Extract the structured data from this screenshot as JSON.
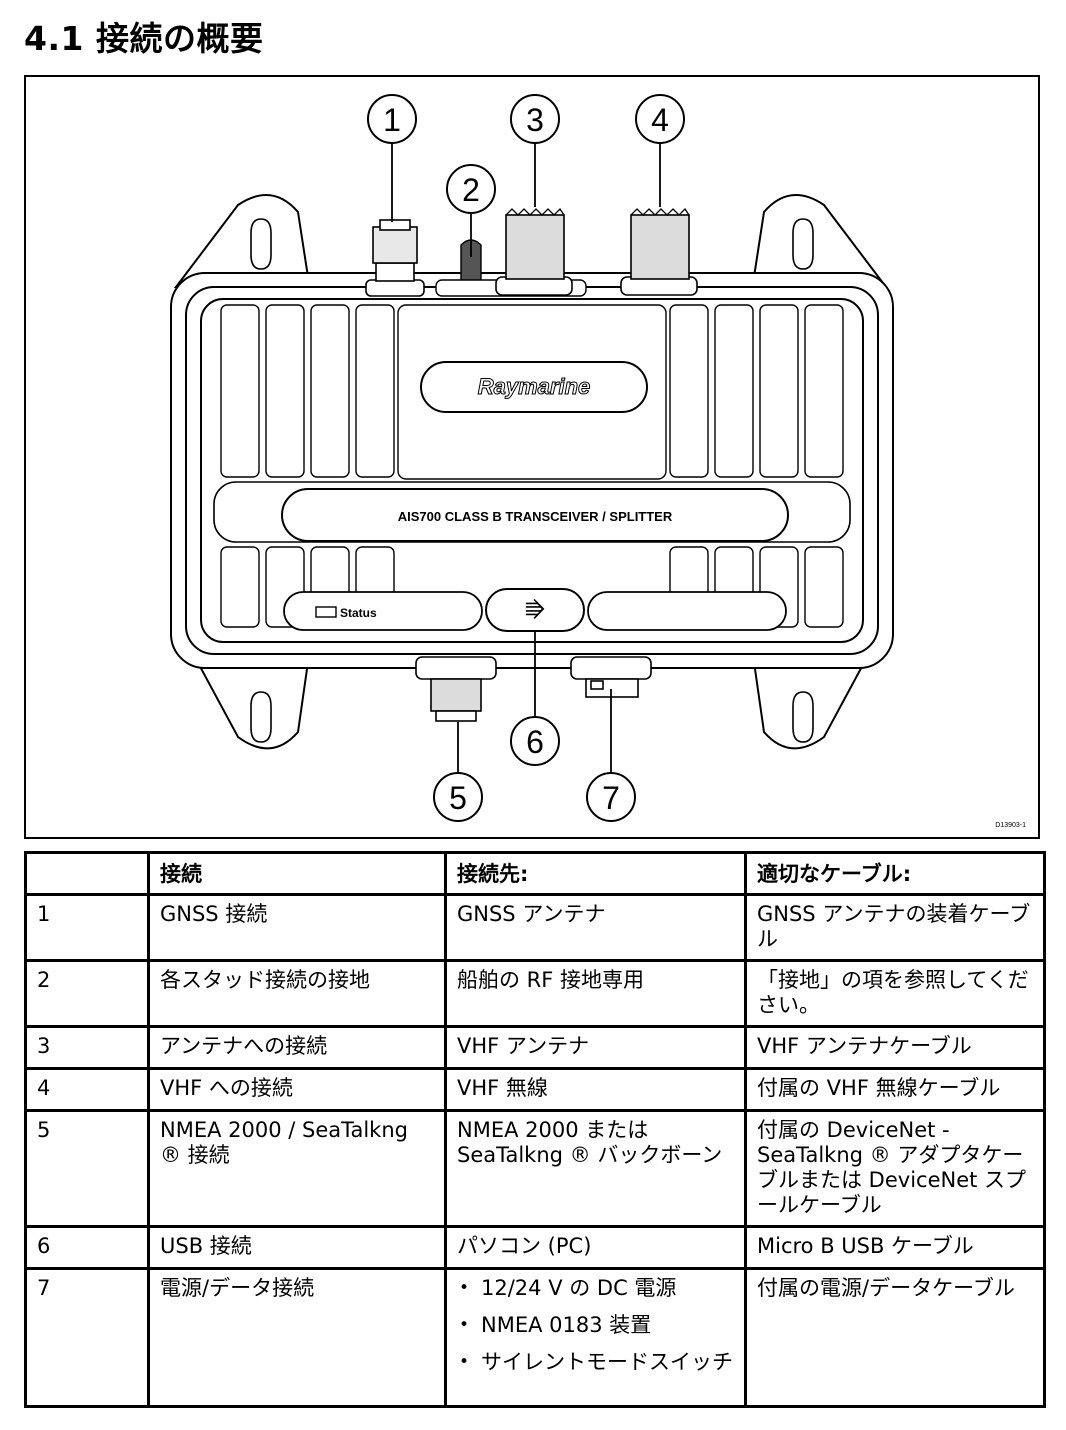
{
  "heading": "4.1 接続の概要",
  "figure": {
    "brand": "Raymarine",
    "model_label": "AIS700 CLASS B TRANSCEIVER / SPLITTER",
    "status_label": "Status",
    "usb_symbol": "⭆",
    "figure_id": "D13903-1",
    "callouts": [
      "1",
      "2",
      "3",
      "4",
      "5",
      "6",
      "7"
    ]
  },
  "table": {
    "headers": [
      "",
      "接続",
      "接続先:",
      "適切なケーブル:"
    ],
    "rows": [
      {
        "num": "1",
        "connection": "GNSS 接続",
        "connects_to": "GNSS アンテナ",
        "cable": "GNSS アンテナの装着ケーブル"
      },
      {
        "num": "2",
        "connection": "各スタッド接続の接地",
        "connects_to": "船舶の RF 接地専用",
        "cable": "「接地」の項を参照してください。"
      },
      {
        "num": "3",
        "connection": "アンテナへの接続",
        "connects_to": "VHF アンテナ",
        "cable": "VHF アンテナケーブル"
      },
      {
        "num": "4",
        "connection": "VHF への接続",
        "connects_to": "VHF 無線",
        "cable": "付属の VHF 無線ケーブル"
      },
      {
        "num": "5",
        "connection": "NMEA 2000 / SeaTalkng ® 接続",
        "connects_to": "NMEA 2000 または SeaTalkng ® バックボーン",
        "cable": "付属の DeviceNet - SeaTalkng ® アダプタケーブルまたは DeviceNet スプールケーブル"
      },
      {
        "num": "6",
        "connection": "USB 接続",
        "connects_to": "パソコン (PC)",
        "cable": "Micro B USB ケーブル"
      },
      {
        "num": "7",
        "connection": "電源/データ接続",
        "connects_to_list": [
          "12/24 V の DC 電源",
          "NMEA 0183 装置",
          "サイレントモードスイッチ"
        ],
        "cable": "付属の電源/データケーブル"
      }
    ]
  }
}
